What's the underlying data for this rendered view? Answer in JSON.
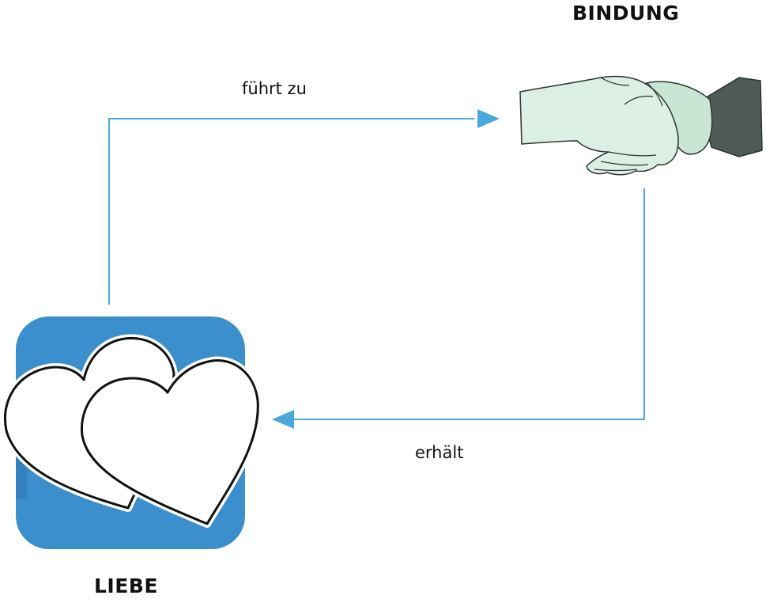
{
  "nodes": {
    "bindung": {
      "label": "BINDUNG",
      "icon": "handshake-icon"
    },
    "liebe": {
      "label": "LIEBE",
      "icon": "two-hearts-icon"
    }
  },
  "edges": {
    "top": {
      "label": "führt zu",
      "from": "LIEBE",
      "to": "BINDUNG"
    },
    "bottom": {
      "label": "erhält",
      "from": "BINDUNG",
      "to": "LIEBE"
    }
  },
  "colors": {
    "arrow": "#4aa8dc",
    "tile": "#3a8fcc",
    "hand_light": "#dcefe4",
    "sleeve": "#4d5a56",
    "heart_outline": "#111111"
  }
}
